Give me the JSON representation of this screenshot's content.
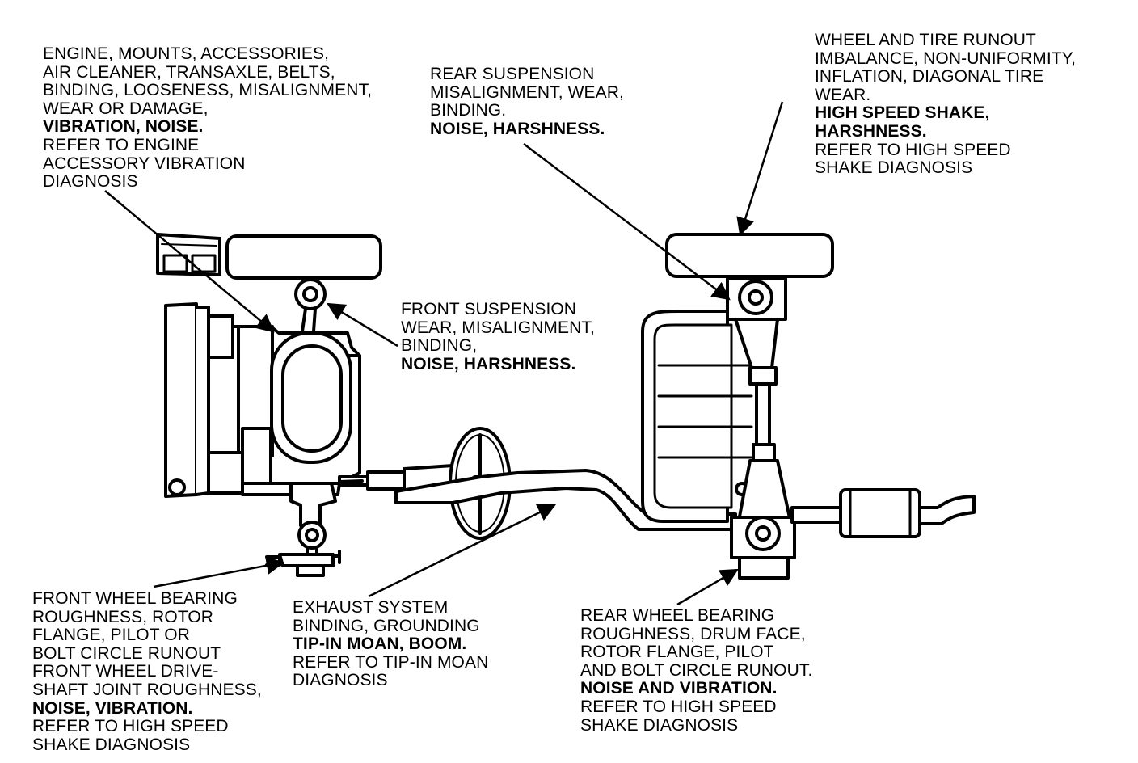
{
  "callouts": {
    "engine": {
      "lines": [
        {
          "text": "ENGINE, MOUNTS, ACCESSORIES,",
          "bold": false
        },
        {
          "text": "AIR CLEANER, TRANSAXLE, BELTS,",
          "bold": false
        },
        {
          "text": "BINDING, LOOSENESS, MISALIGNMENT,",
          "bold": false
        },
        {
          "text": "WEAR OR DAMAGE,",
          "bold": false
        },
        {
          "text": "VIBRATION, NOISE.",
          "bold": true
        },
        {
          "text": "REFER TO ENGINE",
          "bold": false
        },
        {
          "text": "ACCESSORY VIBRATION",
          "bold": false
        },
        {
          "text": "DIAGNOSIS",
          "bold": false
        }
      ]
    },
    "rear_suspension": {
      "lines": [
        {
          "text": "REAR SUSPENSION",
          "bold": false
        },
        {
          "text": "MISALIGNMENT, WEAR,",
          "bold": false
        },
        {
          "text": "BINDING.",
          "bold": false
        },
        {
          "text": "NOISE, HARSHNESS.",
          "bold": true
        }
      ]
    },
    "wheel_tire": {
      "lines": [
        {
          "text": "WHEEL AND TIRE RUNOUT",
          "bold": false
        },
        {
          "text": "IMBALANCE, NON-UNIFORMITY,",
          "bold": false
        },
        {
          "text": "INFLATION, DIAGONAL TIRE",
          "bold": false
        },
        {
          "text": "WEAR.",
          "bold": false
        },
        {
          "text": "HIGH SPEED SHAKE,",
          "bold": true
        },
        {
          "text": "HARSHNESS.",
          "bold": true
        },
        {
          "text": "REFER TO HIGH SPEED",
          "bold": false
        },
        {
          "text": "SHAKE DIAGNOSIS",
          "bold": false
        }
      ]
    },
    "front_suspension": {
      "lines": [
        {
          "text": "FRONT SUSPENSION",
          "bold": false
        },
        {
          "text": "WEAR, MISALIGNMENT,",
          "bold": false
        },
        {
          "text": "BINDING,",
          "bold": false
        },
        {
          "text": "NOISE, HARSHNESS.",
          "bold": true
        }
      ]
    },
    "front_wheel_bearing": {
      "lines": [
        {
          "text": "FRONT WHEEL BEARING",
          "bold": false
        },
        {
          "text": "ROUGHNESS, ROTOR",
          "bold": false
        },
        {
          "text": "FLANGE, PILOT OR",
          "bold": false
        },
        {
          "text": "BOLT CIRCLE RUNOUT",
          "bold": false
        },
        {
          "text": "FRONT WHEEL DRIVE-",
          "bold": false
        },
        {
          "text": "SHAFT JOINT ROUGHNESS,",
          "bold": false
        },
        {
          "text": "NOISE, VIBRATION.",
          "bold": true
        },
        {
          "text": "REFER TO HIGH SPEED",
          "bold": false
        },
        {
          "text": "SHAKE DIAGNOSIS",
          "bold": false
        }
      ]
    },
    "exhaust": {
      "lines": [
        {
          "text": "EXHAUST SYSTEM",
          "bold": false
        },
        {
          "text": "BINDING, GROUNDING",
          "bold": false
        },
        {
          "text": "TIP-IN MOAN, BOOM.",
          "bold": true
        },
        {
          "text": "REFER TO TIP-IN MOAN",
          "bold": false
        },
        {
          "text": "DIAGNOSIS",
          "bold": false
        }
      ]
    },
    "rear_wheel_bearing": {
      "lines": [
        {
          "text": "REAR WHEEL BEARING",
          "bold": false
        },
        {
          "text": "ROUGHNESS, DRUM FACE,",
          "bold": false
        },
        {
          "text": "ROTOR FLANGE, PILOT",
          "bold": false
        },
        {
          "text": "AND BOLT CIRCLE RUNOUT.",
          "bold": false
        },
        {
          "text": "NOISE AND VIBRATION.",
          "bold": true
        },
        {
          "text": "REFER TO HIGH SPEED",
          "bold": false
        },
        {
          "text": "SHAKE DIAGNOSIS",
          "bold": false
        }
      ]
    }
  }
}
